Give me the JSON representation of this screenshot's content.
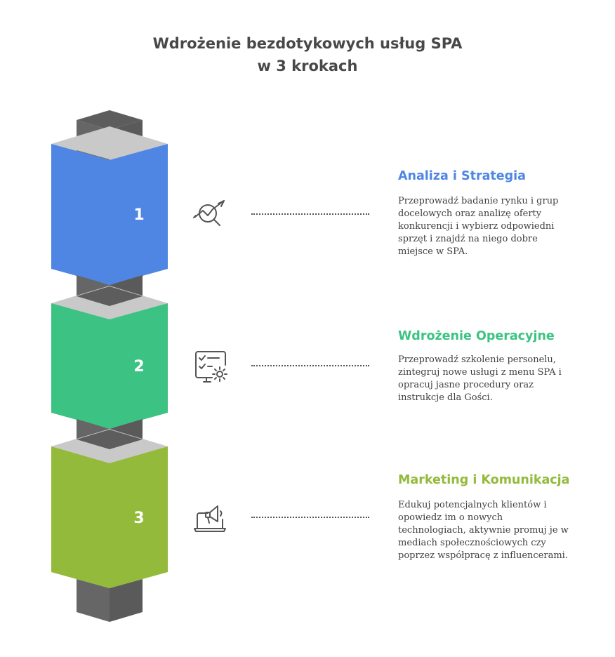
{
  "title": {
    "line1": "Wdrożenie bezdotykowych usług SPA",
    "line2": "w 3 krokach"
  },
  "steps": [
    {
      "number": "1",
      "title": "Analiza i Strategia",
      "color": "#4F86E4",
      "icon": "analysis-magnifier-chart-icon",
      "description": [
        "Przeprowadź badanie rynku i grup",
        "docelowych oraz analizę oferty",
        "konkurencji i wybierz odpowiedni",
        "sprzęt i znajdź na niego dobre",
        "miejsce w SPA."
      ]
    },
    {
      "number": "2",
      "title": "Wdrożenie Operacyjne",
      "color": "#3CC383",
      "icon": "checklist-gear-monitor-icon",
      "description": [
        "Przeprowadź szkolenie personelu,",
        "zintegruj nowe usługi z menu SPA i",
        "opracuj jasne procedury oraz",
        "instrukcje dla Gości."
      ]
    },
    {
      "number": "3",
      "title": "Marketing i Komunikacja",
      "color": "#93BA3A",
      "icon": "megaphone-laptop-icon",
      "description": [
        "Edukuj potencjalnych klientów i",
        "opowiedz im o nowych",
        "technologiach, aktywnie promuj je w",
        "mediach społecznościowych czy",
        "poprzez współpracę z influencerami."
      ]
    }
  ]
}
